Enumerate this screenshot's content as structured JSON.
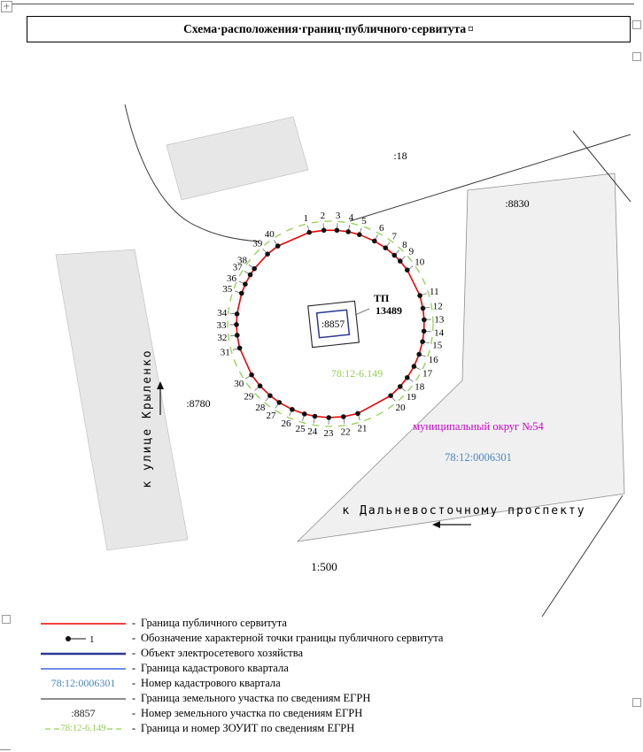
{
  "header": {
    "title": "Схема·расположения·границ·публичного·сервитута",
    "cell_marker": "¤"
  },
  "map": {
    "scale_label": "1:500",
    "parcels": {
      "p18": ":18",
      "p8830": ":8830",
      "p8780": ":8780",
      "p8857": ":8857"
    },
    "tp_label_top": "ТП",
    "tp_label_num": "13489",
    "zouit_label": "78:12-6.149",
    "municipal_label": "муниципальный округ №54",
    "quarter_label": "78:12:0006301",
    "street_left": "к улице Крыленко",
    "street_bottom": "к Дальневосточному проспекту"
  },
  "servitude": {
    "points": [
      {
        "n": 1,
        "deg": -103
      },
      {
        "n": 2,
        "deg": -94
      },
      {
        "n": 3,
        "deg": -86
      },
      {
        "n": 4,
        "deg": -79
      },
      {
        "n": 5,
        "deg": -72
      },
      {
        "n": 6,
        "deg": -62
      },
      {
        "n": 7,
        "deg": -54
      },
      {
        "n": 8,
        "deg": -47
      },
      {
        "n": 9,
        "deg": -42
      },
      {
        "n": 10,
        "deg": -35
      },
      {
        "n": 11,
        "deg": -17.5
      },
      {
        "n": 12,
        "deg": -9.5
      },
      {
        "n": 13,
        "deg": -2.5
      },
      {
        "n": 14,
        "deg": 4.5
      },
      {
        "n": 15,
        "deg": 11
      },
      {
        "n": 16,
        "deg": 19
      },
      {
        "n": 17,
        "deg": 27
      },
      {
        "n": 18,
        "deg": 35
      },
      {
        "n": 19,
        "deg": 42
      },
      {
        "n": 20,
        "deg": 50
      },
      {
        "n": 21,
        "deg": 73
      },
      {
        "n": 22,
        "deg": 82
      },
      {
        "n": 23,
        "deg": 91
      },
      {
        "n": 24,
        "deg": 99.5
      },
      {
        "n": 25,
        "deg": 106
      },
      {
        "n": 26,
        "deg": 114
      },
      {
        "n": 27,
        "deg": 123
      },
      {
        "n": 28,
        "deg": 130
      },
      {
        "n": 29,
        "deg": 138.5
      },
      {
        "n": 30,
        "deg": 147
      },
      {
        "n": 31,
        "deg": 165
      },
      {
        "n": 32,
        "deg": 173
      },
      {
        "n": 33,
        "deg": 179.5
      },
      {
        "n": 34,
        "deg": 186
      },
      {
        "n": 35,
        "deg": 199
      },
      {
        "n": 36,
        "deg": 205
      },
      {
        "n": 37,
        "deg": 211.5
      },
      {
        "n": 38,
        "deg": 216
      },
      {
        "n": 39,
        "deg": 228
      },
      {
        "n": 40,
        "deg": 236
      }
    ]
  },
  "colors": {
    "servitude_red": "#f20000",
    "zouit_green": "#92d050",
    "quarter_blue": "#4a86c8",
    "power_blue": "#2b3990",
    "cadastral_blue": "#4169e1",
    "municipal_magenta": "#cc00cc",
    "egrn_black": "#1a1a1a"
  },
  "legend": {
    "separator": "-",
    "items": [
      {
        "type": "line",
        "color_key": "servitude_red",
        "width": 1.6,
        "label": "Граница публичного сервитута"
      },
      {
        "type": "point",
        "symbol_text": "1",
        "label": "Обозначение характерной точки границы публичного сервитута"
      },
      {
        "type": "line",
        "color_key": "power_blue",
        "width": 2.6,
        "label": "Объект электросетевого хозяйства"
      },
      {
        "type": "line",
        "color_key": "cadastral_blue",
        "width": 1.4,
        "label": "Граница кадастрового квартала"
      },
      {
        "type": "text",
        "symbol_text": "78:12:0006301",
        "color_key": "quarter_blue",
        "label": "Номер кадастрового квартала"
      },
      {
        "type": "line",
        "color_key": "egrn_black",
        "width": 1,
        "label": "Граница земельного участка по сведениям ЕГРН"
      },
      {
        "type": "text",
        "symbol_text": ":8857",
        "color_key": "egrn_black",
        "label": "Номер земельного участка по сведениям ЕГРН"
      },
      {
        "type": "dashed-text",
        "symbol_text": "78:12-6.149",
        "color_key": "zouit_green",
        "label": "Граница и номер ЗОУИТ по сведениям ЕГРН"
      }
    ]
  }
}
